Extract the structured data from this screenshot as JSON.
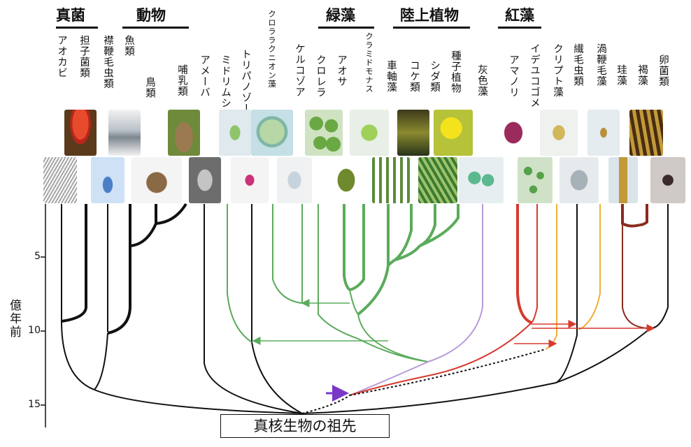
{
  "groups": {
    "fungi": "真菌",
    "animals": "動物",
    "green_algae": "緑藻",
    "land_plants": "陸上植物",
    "red_algae": "紅藻"
  },
  "taxa": [
    "アオカビ",
    "担子菌類",
    "襟鞭毛虫類",
    "魚類",
    "鳥類",
    "哺乳類",
    "アメーバ",
    "ミドリムシ",
    "トリパノゾーマ",
    "クロララクニオン藻",
    "ケルコゾア",
    "クロレラ",
    "アオサ",
    "クラミドモナス",
    "車軸藻",
    "コケ類",
    "シダ類",
    "種子植物",
    "灰色藻",
    "アマノリ",
    "イデユコゴメ",
    "クリプト藻",
    "繊毛虫類",
    "渦鞭毛藻",
    "珪藻",
    "褐藻",
    "卵菌類"
  ],
  "axis": {
    "title": "億年前",
    "ticks": [
      "5",
      "10",
      "15"
    ]
  },
  "root_label": "真核生物の祖先",
  "colors": {
    "black": "#111111",
    "green": "#5bab5b",
    "lavender": "#b79ad8",
    "red": "#d63a2e",
    "orange": "#f0b03a",
    "brown": "#8b2a1c",
    "arrow_purple": "#7a38c8"
  }
}
